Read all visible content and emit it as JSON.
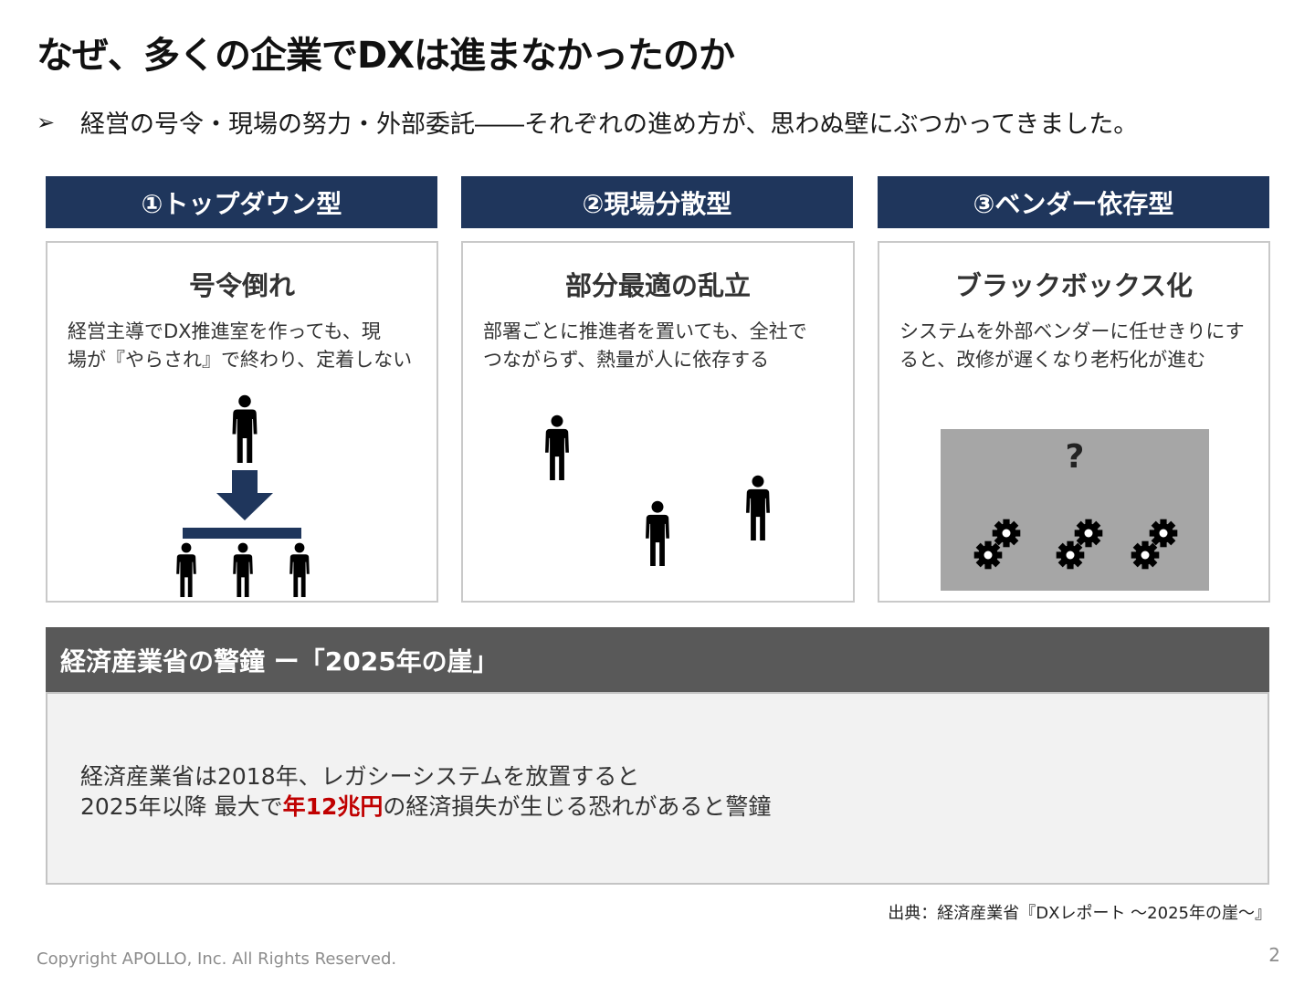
{
  "title": "なぜ、多くの企業でDXは進まなかったのか",
  "lead": {
    "bullet": "➢",
    "text": "経営の号令・現場の努力・外部委託――それぞれの進め方が、思わぬ壁にぶつかってきました。"
  },
  "columns": [
    {
      "header": "①トップダウン型",
      "title": "号令倒れ",
      "desc_lines": [
        "経営主導でDX推進室を作っても、現",
        "場が『やらされ』で終わり、定着しない"
      ],
      "icon": "top-down-hierarchy-icon"
    },
    {
      "header": "②現場分散型",
      "title": "部分最適の乱立",
      "desc_lines": [
        "部署ごとに推進者を置いても、全社で",
        "つながらず、熱量が人に依存する"
      ],
      "icon": "scattered-people-icon"
    },
    {
      "header": "③ベンダー依存型",
      "title": "ブラックボックス化",
      "desc_lines": [
        "システムを外部ベンダーに任せきりにす",
        "ると、改修が遅くなり老朽化が進む"
      ],
      "icon": "black-box-gears-icon",
      "box_mark": "?"
    }
  ],
  "warning": {
    "header": "経済産業省の警鐘 ー「2025年の崖」",
    "line1": "経済産業省は2018年、レガシーシステムを放置すると",
    "line2_pre": "2025年以降 最大で",
    "line2_highlight": "年12兆円",
    "line2_post": "の経済損失が生じる恐れがあると警鐘"
  },
  "source": "出典：経済産業省『DXレポート ～2025年の崖～』",
  "copyright": "Copyright APOLLO, Inc. All Rights Reserved.",
  "page_number": "2",
  "colors": {
    "header_navy": "#1f365c",
    "warning_gray": "#595959",
    "highlight_red": "#c00000",
    "black_box_gray": "#a6a6a6"
  }
}
